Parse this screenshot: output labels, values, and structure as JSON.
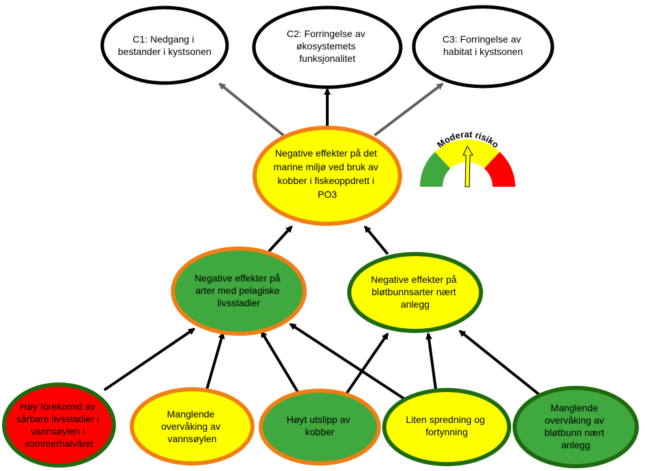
{
  "colors": {
    "red": "#ff0000",
    "yellow": "#ffff00",
    "green": "#3fa83f",
    "orange_border": "#f07f15",
    "dark_green_border": "#1e6b0f",
    "black": "#000000",
    "gray_arrow": "#606060"
  },
  "consequences": [
    {
      "id": "c1",
      "lines": [
        "C1: Nedgang i",
        "bestander i kystsonen"
      ]
    },
    {
      "id": "c2",
      "lines": [
        "C2: Forringelse av",
        "økosystemets",
        "funksjonalitet"
      ]
    },
    {
      "id": "c3",
      "lines": [
        "C3: Forringelse av",
        "habitat i kystsonen"
      ]
    }
  ],
  "central": {
    "lines": [
      "Negative effekter på det",
      "marine miljø ved bruk av",
      "kobber i fiskeoppdrett i",
      "PO3"
    ],
    "fill": "yellow",
    "border": "orange"
  },
  "mid_nodes": [
    {
      "id": "pelagisk",
      "lines": [
        "Negative effekter på",
        "arter med pelagiske",
        "livsstadier"
      ],
      "fill": "green",
      "border": "orange"
    },
    {
      "id": "blotbunn",
      "lines": [
        "Negative effekter på",
        "bløtbunnsarter nært",
        "anlegg"
      ],
      "fill": "yellow",
      "border": "dark_green"
    }
  ],
  "bottom_nodes": [
    {
      "id": "b1",
      "lines": [
        "Høy forekomst av",
        "sårbare livsstadier i",
        "vannsøylen i",
        "sommerhalvåret"
      ],
      "fill": "red",
      "border": "dark_green"
    },
    {
      "id": "b2",
      "lines": [
        "Manglende",
        "overvåking av",
        "vannsøylen"
      ],
      "fill": "yellow",
      "border": "orange"
    },
    {
      "id": "b3",
      "lines": [
        "Høyt utslipp av",
        "kobber"
      ],
      "fill": "green",
      "border": "orange"
    },
    {
      "id": "b4",
      "lines": [
        "Liten spredning og",
        "fortynning"
      ],
      "fill": "yellow",
      "border": "dark_green"
    },
    {
      "id": "b5",
      "lines": [
        "Manglende",
        "overvåking av",
        "bløtbunn nært",
        "anlegg"
      ],
      "fill": "green",
      "border": "dark_green"
    }
  ],
  "gauge": {
    "label": "Moderat risiko",
    "segments": [
      "green",
      "yellow",
      "red"
    ],
    "level": "moderate",
    "needle_color": "#ffff00"
  }
}
